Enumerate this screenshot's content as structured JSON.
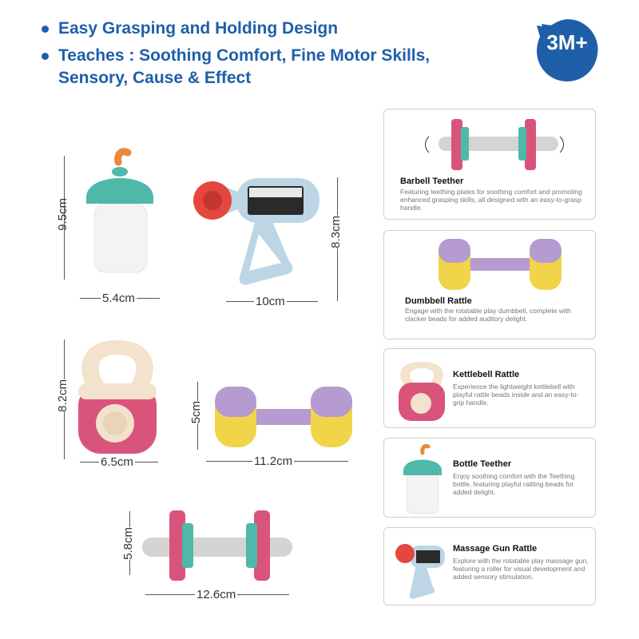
{
  "bullets": [
    {
      "lines": [
        "Easy Grasping and Holding Design"
      ]
    },
    {
      "lines": [
        "Teaches :  Soothing Comfort, Fine Motor Skills,",
        "Sensory, Cause & Effect"
      ]
    }
  ],
  "badge": {
    "label": "3M+",
    "color": "#1f5fa8"
  },
  "dimensions": {
    "bottle_height": "9.5cm",
    "bottle_width": "5.4cm",
    "gun_height": "8.3cm",
    "gun_width": "10cm",
    "kettlebell_height": "8.2cm",
    "kettlebell_width": "6.5cm",
    "dumbbell_height": "5cm",
    "dumbbell_width": "11.2cm",
    "barbell_height": "5.8cm",
    "barbell_width": "12.6cm"
  },
  "cards": [
    {
      "title": "Barbell Teether",
      "description": "Featuring teething plates for soothing comfort and promoting enhanced grasping skills, all designed with an easy-to-grasp handle."
    },
    {
      "title": "Dumbbell Rattle",
      "description": "Engage with the rotatable play dumbbell, complete with clacker beads for added auditory delight."
    },
    {
      "title": "Kettlebell Rattle",
      "description": "Experience the lightweight kettlebell with playful rattle beads inside and an easy-to-grip handle."
    },
    {
      "title": "Bottle Teether",
      "description": "Enjoy soothing comfort with the Teething bottle, featuring playful rattling beads for added delight."
    },
    {
      "title": "Massage Gun Rattle",
      "description": "Explore with the rotatable play massage gun, featuring a roller for visual development and added sensory stimulation."
    }
  ],
  "colors": {
    "brand_blue": "#1f5fa8",
    "teal": "#4fb8a8",
    "pink": "#d9547a",
    "purple": "#b59bd0",
    "yellow": "#f2d44a",
    "cream": "#f3e2cc",
    "light_blue": "#bcd6e6",
    "red": "#e5463e"
  }
}
